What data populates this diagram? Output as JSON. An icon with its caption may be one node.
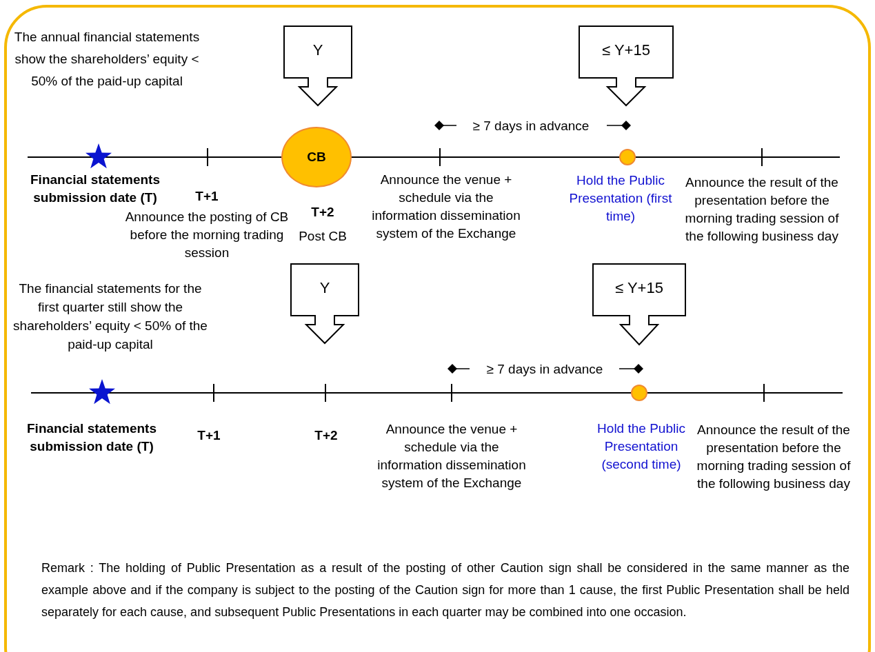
{
  "diagram": {
    "nodes": [
      {
        "text": [
          "Y"
        ]
      },
      {
        "text": [
          "≤ Y+15"
        ]
      },
      {
        "text": [
          "CB"
        ]
      },
      {
        "text": [
          "Y"
        ]
      },
      {
        "text": [
          "≤ Y+15"
        ]
      }
    ],
    "edges": [],
    "labels": [
      "The annual financial statements show the shareholders’ equity < 50% of the paid-up capital",
      "≥ 7 days in advance",
      "Financial statements submission date (T)",
      "T+1",
      "Announce the posting of CB before the morning trading session",
      "T+2",
      "Post CB",
      "Announce the venue + schedule via the information dissemination system of the Exchange",
      "Hold the Public Presentation (first time)",
      "Announce the result of the presentation before the morning trading session of the following business day",
      "The financial statements for the first quarter still show the shareholders’ equity < 50% of the paid-up capital",
      "≥ 7 days in advance",
      "Financial statements submission date (T)",
      "T+1",
      "T+2",
      "Announce the venue + schedule via the information dissemination system of the Exchange",
      "Hold the Public Presentation (second time)",
      "Announce the result of the presentation before the morning trading session of the following business day",
      "Remark : The holding of Public Presentation as a result of the posting of other Caution sign shall be considered in the same manner as the example above and if the company is subject to the posting of the Caution sign for more than 1 cause, the first Public Presentation shall be held separately for each cause, and subsequent Public Presentations in each quarter may be combined into one occasion."
    ]
  }
}
